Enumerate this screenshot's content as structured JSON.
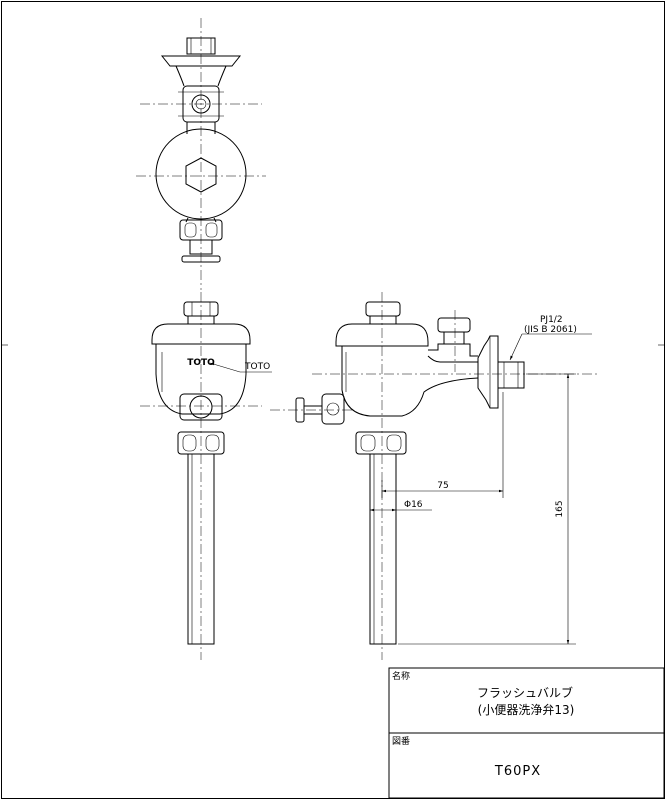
{
  "front_view": {
    "brand": "TOTO",
    "brand_callout": "TOTO"
  },
  "side_view": {
    "thread_note_line1": "PJ1/2",
    "thread_note_line2": "(JIS B 2061)",
    "dim_horizontal": "75",
    "dim_diameter": "Φ16",
    "dim_vertical": "165"
  },
  "title_block": {
    "name_label": "名称",
    "product_name_line1": "フラッシュバルブ",
    "product_name_line2": "(小便器洗浄弁13)",
    "drawing_no_label": "図番",
    "drawing_no": "T60PX"
  }
}
